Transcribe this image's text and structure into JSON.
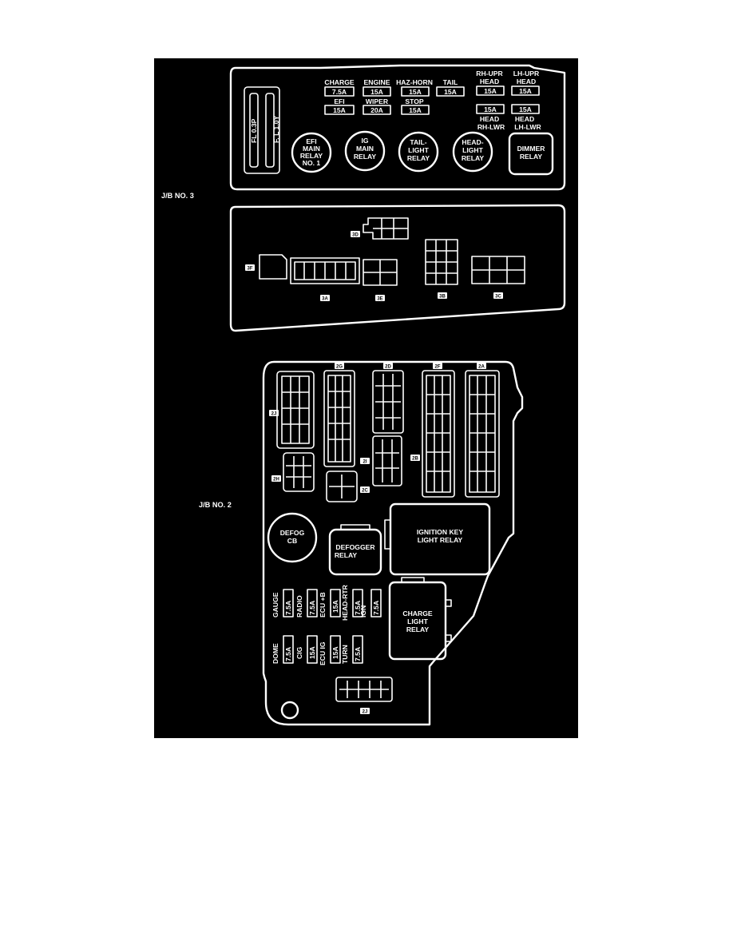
{
  "colors": {
    "background": "#000000",
    "linework": "#ffffff",
    "page": "#ffffff"
  },
  "jb3": {
    "label": "J/B NO. 3",
    "top_fuses": [
      {
        "name": "CHARGE",
        "rating": "7.5A"
      },
      {
        "name": "ENGINE",
        "rating": "15A"
      },
      {
        "name": "HAZ-HORN",
        "rating": "15A"
      },
      {
        "name": "TAIL",
        "rating": "15A"
      }
    ],
    "rh_upr": {
      "name_line1": "RH-UPR",
      "name_line2": "HEAD",
      "rating": "15A"
    },
    "lh_upr": {
      "name_line1": "LH-UPR",
      "name_line2": "HEAD",
      "rating": "15A"
    },
    "bottom_fuses": [
      {
        "name": "EFI",
        "rating": "15A"
      },
      {
        "name": "WIPER",
        "rating": "20A"
      },
      {
        "name": "STOP",
        "rating": "15A"
      }
    ],
    "rh_lwr": {
      "rating": "15A",
      "name_line1": "HEAD",
      "name_line2": "RH-LWR"
    },
    "lh_lwr": {
      "rating": "15A",
      "name_line1": "HEAD",
      "name_line2": "LH-LWR"
    },
    "fusible_links": [
      "FL 0.3P",
      "F. L 1.0Y"
    ],
    "relays": [
      {
        "lines": [
          "EFI",
          "MAIN",
          "RELAY",
          "NO. 1"
        ]
      },
      {
        "lines": [
          "IG",
          "MAIN",
          "RELAY"
        ]
      },
      {
        "lines": [
          "TAIL-",
          "LIGHT",
          "RELAY"
        ]
      },
      {
        "lines": [
          "HEAD-",
          "LIGHT",
          "RELAY"
        ]
      }
    ],
    "dimmer_relay": [
      "DIMMER",
      "RELAY"
    ]
  },
  "connector_block": {
    "tags": [
      "3D",
      "3F",
      "3A",
      "3E",
      "3B",
      "3C"
    ]
  },
  "jb2": {
    "label": "J/B NO. 2",
    "connector_tags": [
      "2G",
      "2D",
      "2F",
      "2A",
      "2J",
      "2H",
      "2I",
      "2B",
      "2C",
      "2J"
    ],
    "defog_cb": [
      "DEFOG",
      "CB"
    ],
    "defogger_relay": [
      "DEFOGGER",
      "RELAY"
    ],
    "ignition_key_light_relay": [
      "IGNITION KEY",
      "LIGHT RELAY"
    ],
    "charge_light_relay": [
      "CHARGE",
      "LIGHT",
      "RELAY"
    ],
    "fuses_row1": [
      {
        "name": "GAUGE",
        "rating": "7.5A"
      },
      {
        "name": "RADIO",
        "rating": "7.5A"
      },
      {
        "name": "ECU +B",
        "rating": "15A"
      },
      {
        "name": "HEAD-RTR",
        "rating": "7.5A"
      },
      {
        "name": "IGN",
        "rating": "7.5A"
      }
    ],
    "fuses_row2": [
      {
        "name": "DOME",
        "rating": "7.5A"
      },
      {
        "name": "CIG",
        "rating": "15A"
      },
      {
        "name": "ECU IG",
        "rating": "15A"
      },
      {
        "name": "TURN",
        "rating": "7.5A"
      }
    ]
  }
}
